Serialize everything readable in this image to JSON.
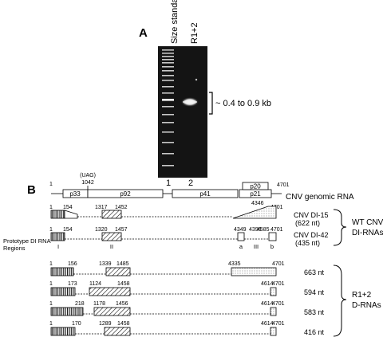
{
  "panel_a": {
    "label": "A",
    "lane_headers": {
      "size_standard": "Size standard",
      "r1_2": "R1+2"
    },
    "lane_numbers": [
      "1",
      "2"
    ],
    "band_annotation": "~ 0.4 to 0.9 kb"
  },
  "panel_b": {
    "label": "B",
    "genome": {
      "start": "1",
      "end": "4701",
      "uag_label": "(UAG)",
      "uag_pos": "1042",
      "orfs": [
        "p33",
        "p92",
        "p41",
        "p21",
        "p20"
      ],
      "caption": "CNV genomic RNA"
    },
    "wt_rows": [
      {
        "start": "1",
        "p1": "154",
        "p2": "1317",
        "p3": "1452",
        "p4": "4346",
        "end": "4701",
        "label": "CNV DI-15",
        "size": "(622 nt)"
      },
      {
        "start": "1",
        "p1": "154",
        "p2": "1320",
        "p3": "1457",
        "p4": "4349",
        "p5": "4396",
        "p6": "4585",
        "end": "4701",
        "label": "CNV DI-42",
        "size": "(435 nt)"
      }
    ],
    "prototype_label_1": "Prototype DI RNA",
    "prototype_label_2": "Regions",
    "regions": {
      "I": "I",
      "II": "II",
      "a": "a",
      "III": "III",
      "b": "b"
    },
    "wt_group_label": [
      "WT CNV",
      "DI-RNAs"
    ],
    "r12_rows": [
      {
        "start": "1",
        "p1": "156",
        "p2": "1339",
        "p3": "1485",
        "p4": "4335",
        "end": "4701",
        "size": "663 nt"
      },
      {
        "start": "1",
        "p1": "173",
        "p2": "1124",
        "p3": "1458",
        "p4": "4614",
        "end": "4701",
        "size": "594 nt"
      },
      {
        "start": "1",
        "p1": "218",
        "p2": "1178",
        "p3": "1456",
        "p4": "4614",
        "end": "4701",
        "size": "583 nt"
      },
      {
        "start": "1",
        "p1": "170",
        "p2": "1289",
        "p3": "1458",
        "p4": "4614",
        "end": "4701",
        "size": "416 nt"
      }
    ],
    "r12_group_label": [
      "R1+2",
      "D-RNAs"
    ]
  }
}
